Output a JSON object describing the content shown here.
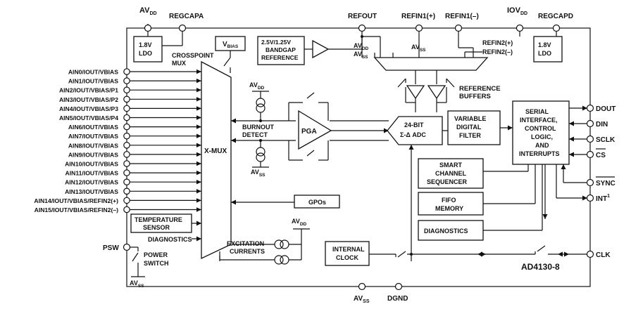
{
  "title": "AD4130-8",
  "top_pins": {
    "avdd": "AV",
    "avdd_sub": "DD",
    "regcapa": "REGCAPA",
    "refout": "REFOUT",
    "refin1p": "REFIN1(+)",
    "refin1m": "REFIN1(–)",
    "iovdd": "IOV",
    "iovdd_sub": "DD",
    "regcapd": "REGCAPD"
  },
  "ldo_left": [
    "1.8V",
    "LDO"
  ],
  "ldo_right": [
    "1.8V",
    "LDO"
  ],
  "vbias": "V",
  "vbias_sub": "BIAS",
  "crosspoint_mux": [
    "CROSSPOINT",
    "MUX"
  ],
  "bandgap": [
    "2.5V/1.25V",
    "BANDGAP",
    "REFERENCE"
  ],
  "refmux_avdd": "AV",
  "refmux_avdd_sub": "DD",
  "refmux_avss": "AV",
  "refmux_avss_sub": "SS",
  "refmux_avss2": "AV",
  "refmux_avss2_sub": "SS",
  "refin2p": "REFIN2(+)",
  "refin2m": "REFIN2(–)",
  "reference_buffers": [
    "REFERENCE",
    "BUFFERS"
  ],
  "analog_inputs": [
    "AIN0/IOUT/VBIAS",
    "AIN1/IOUT/VBIAS",
    "AIN2/IOUT/VBIAS/P1",
    "AIN3/IOUT/VBIAS/P2",
    "AIN4/IOUT/VBIAS/P3",
    "AIN5/IOUT/VBIAS/P4",
    "AIN6/IOUT/VBIAS",
    "AIN7/IOUT/VBIAS",
    "AIN8/IOUT/VBIAS",
    "AIN9/IOUT/VBIAS",
    "AIN10/IOUT/VBIAS",
    "AIN11/IOUT/VBIAS",
    "AIN12/IOUT/VBIAS",
    "AIN13/IOUT/VBIAS",
    "AIN14/IOUT/VBIAS/REFIN2(+)",
    "AIN15/IOUT/VBIAS/REFIN2(–)"
  ],
  "xmux": "X-MUX",
  "burnout_avdd": "AV",
  "burnout_avdd_sub": "DD",
  "burnout_avss": "AV",
  "burnout_avss_sub": "SS",
  "burnout_detect": [
    "BURNOUT",
    "DETECT"
  ],
  "pga": "PGA",
  "adc": [
    "24-BIT",
    "Σ-Δ ADC"
  ],
  "digital_filter": [
    "VARIABLE",
    "DIGITAL",
    "FILTER"
  ],
  "serial_interface": [
    "SERIAL",
    "INTERFACE,",
    "CONTROL",
    "LOGIC,",
    "AND",
    "INTERRUPTS"
  ],
  "right_pins": [
    "DOUT",
    "DIN",
    "SCLK",
    "CS",
    "SYNC"
  ],
  "int_pin": "INT",
  "int_sup": "1",
  "clk_pin": "CLK",
  "smart_sequencer": [
    "SMART",
    "CHANNEL",
    "SEQUENCER"
  ],
  "fifo": [
    "FIFO",
    "MEMORY"
  ],
  "diagnostics": "DIAGNOSTICS",
  "gpos": "GPOs",
  "temp_sensor": [
    "TEMPERATURE",
    "SENSOR"
  ],
  "diagnostics_label": "DIAGNOSTICS",
  "excitation": [
    "EXCITATION",
    "CURRENTS"
  ],
  "exc_avdd": "AV",
  "exc_avdd_sub": "DD",
  "internal_clock": [
    "INTERNAL",
    "CLOCK"
  ],
  "psw": "PSW",
  "power_switch": [
    "POWER",
    "SWITCH"
  ],
  "psw_avss": "AV",
  "psw_avss_sub": "SS",
  "bottom_avss": "AV",
  "bottom_avss_sub": "SS",
  "dgnd": "DGND"
}
